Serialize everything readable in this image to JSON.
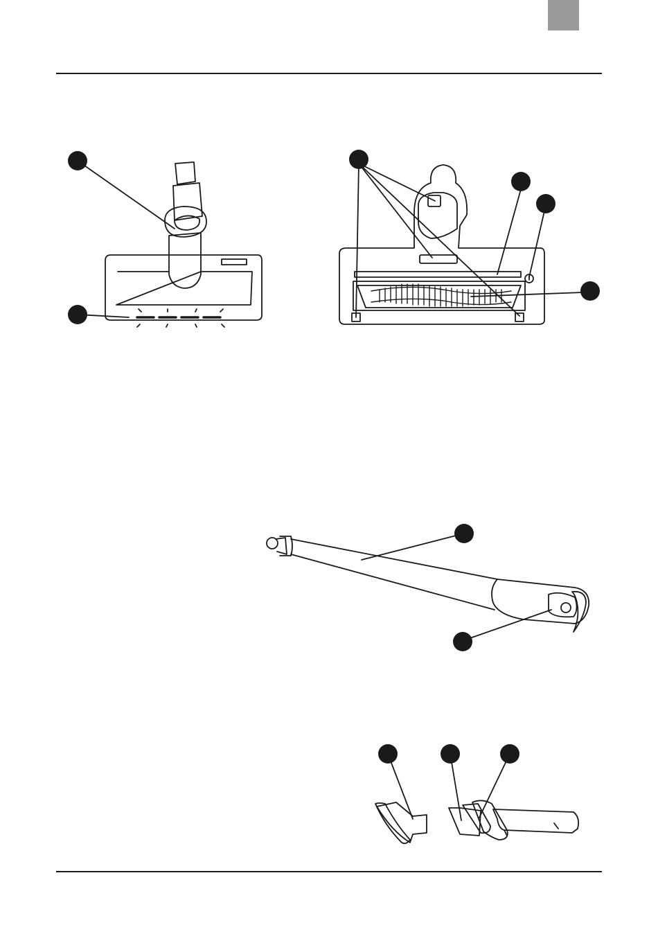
{
  "page": {
    "tab_color": "#9a9a9a",
    "line_color": "#1a1a1a"
  },
  "figures": [
    {
      "id": "floor-head-front",
      "callouts": 2
    },
    {
      "id": "floor-head-underside",
      "callouts": 4
    },
    {
      "id": "extension-tube",
      "callouts": 2
    },
    {
      "id": "crevice-tool",
      "callouts": 3
    }
  ]
}
